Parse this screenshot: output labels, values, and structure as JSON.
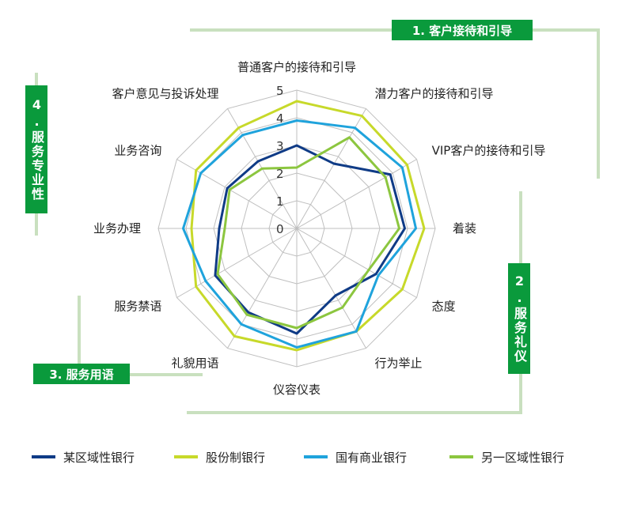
{
  "chart_data": {
    "type": "radar",
    "title": "",
    "axes": [
      "普通客户的接待和引导",
      "潜力客户的接待和引导",
      "VIP客户的接待和引导",
      "着装",
      "态度",
      "行为举止",
      "仪容仪表",
      "礼貌用语",
      "服务禁语",
      "业务办理",
      "业务咨询",
      "客户意见与投诉处理"
    ],
    "rlim": [
      0,
      5
    ],
    "ticks": [
      "0",
      "1",
      "2",
      "3",
      "4",
      "5"
    ],
    "grid": true,
    "legend_position": "bottom",
    "series": [
      {
        "name": "某区域性银行",
        "color": "#0f3b86",
        "values": [
          3.0,
          2.7,
          3.9,
          3.9,
          3.3,
          2.8,
          3.8,
          3.5,
          3.4,
          2.8,
          2.9,
          2.8
        ]
      },
      {
        "name": "股份制银行",
        "color": "#c7d92a",
        "values": [
          4.6,
          4.7,
          4.6,
          4.6,
          4.4,
          4.3,
          4.4,
          4.5,
          4.2,
          3.8,
          4.2,
          4.2
        ]
      },
      {
        "name": "国有商业银行",
        "color": "#1fa3dc",
        "values": [
          3.9,
          4.2,
          4.4,
          4.3,
          3.4,
          4.3,
          4.3,
          4.0,
          3.8,
          4.1,
          4.0,
          3.9
        ]
      },
      {
        "name": "另一区域性银行",
        "color": "#8cc63f",
        "values": [
          2.2,
          3.8,
          3.7,
          3.7,
          3.0,
          3.3,
          3.6,
          3.6,
          3.3,
          2.6,
          2.8,
          2.5
        ]
      }
    ]
  },
  "badges": {
    "group1": "1. 客户接待和引导",
    "group2": "2.服务礼仪",
    "group3": "3. 服务用语",
    "group4": "4.服务专业性"
  },
  "colors": {
    "badge": "#0a9a3c",
    "bracket": "#c9e0bf",
    "grid": "#bfbfbf"
  }
}
